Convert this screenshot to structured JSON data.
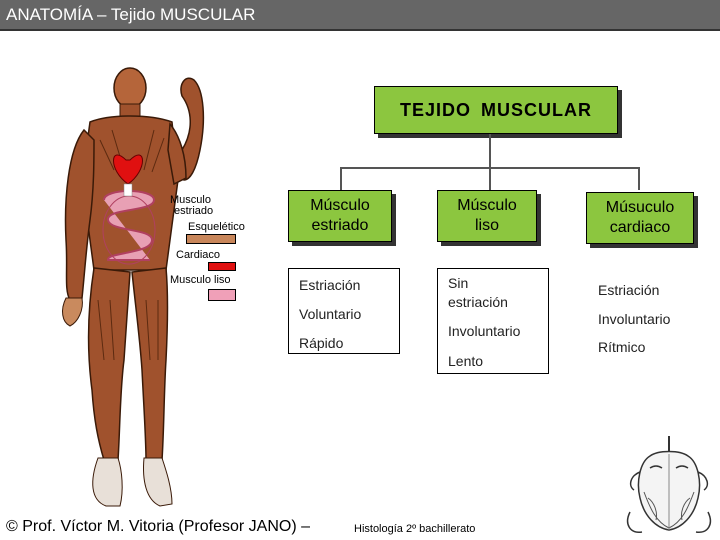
{
  "header": {
    "title": "ANATOMÍA – Tejido MUSCULAR"
  },
  "diagram": {
    "root": "TEJIDO  MUSCULAR",
    "categories": [
      {
        "label_line1": "Músculo",
        "label_line2": "estriado",
        "props": [
          "Estriación",
          "Voluntario",
          "Rápido"
        ]
      },
      {
        "label_line1": "Músculo",
        "label_line2": "liso",
        "props_line1": "Sin",
        "props_line2": "estriación",
        "props": [
          "Involuntario",
          "Lento"
        ]
      },
      {
        "label_line1": "Músuculo",
        "label_line2": "cardiaco",
        "props": [
          "Estriación",
          "Involuntario",
          "Rítmico"
        ]
      }
    ]
  },
  "figure_labels": {
    "estriado_line1": "Musculo",
    "estriado_line2": "estriado",
    "esqueletico": "Esquelético",
    "cardiaco": "Cardiaco",
    "liso": "Musculo liso"
  },
  "colors": {
    "accent_green": "#8cc63f",
    "swatch_skeletal": "#c8865a",
    "swatch_cardiac": "#e01010",
    "swatch_smooth": "#f0a0b8"
  },
  "footer": {
    "main": "© Prof. Víctor M. Vitoria (Profesor JANO) – ",
    "sub": "Histología 2º bachillerato"
  }
}
